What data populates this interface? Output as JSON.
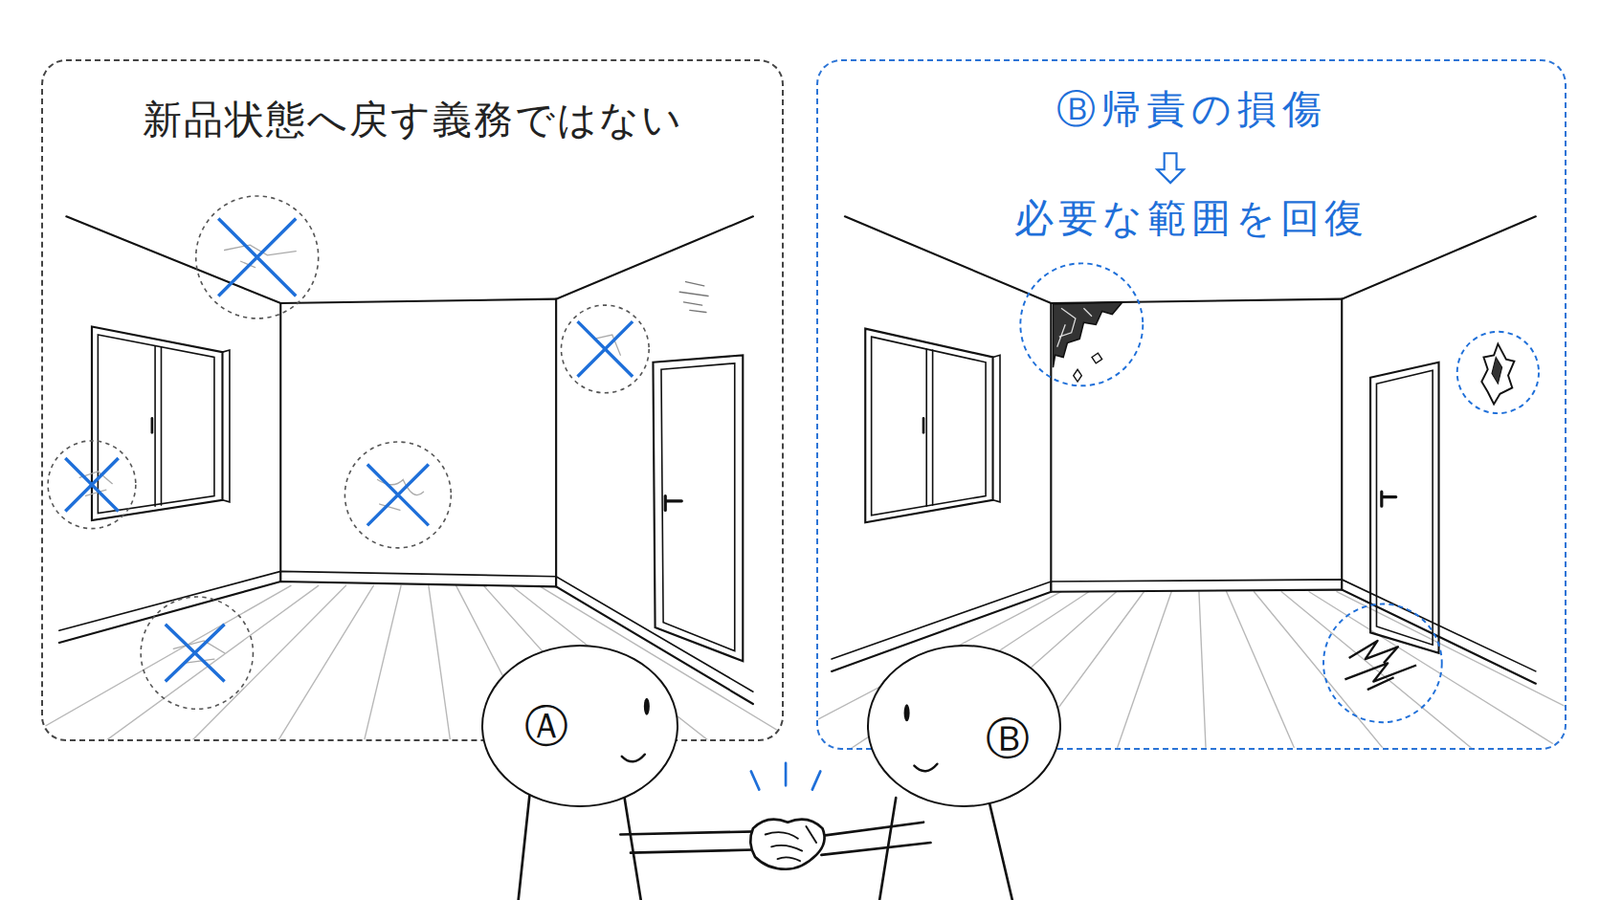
{
  "diagram": {
    "nodes": [
      {
        "text": [
          "新品状態へ戻す義務ではない"
        ]
      },
      {
        "text": [
          "Ⓑ帰責の損傷",
          "必要な範囲を回復"
        ]
      },
      {
        "text": [
          "Ⓐ"
        ]
      },
      {
        "text": [
          "Ⓑ"
        ]
      }
    ]
  }
}
